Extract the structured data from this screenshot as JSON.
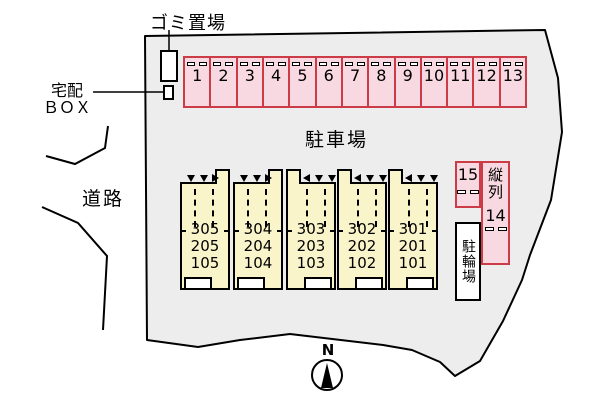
{
  "labels": {
    "garbage_area": "ゴミ置場",
    "delivery_box_line1": "宅配",
    "delivery_box_line2": "ＢＯＸ",
    "road": "道路",
    "parking_lot": "駐車場",
    "north": "N"
  },
  "parking_row": {
    "spaces": [
      "1",
      "2",
      "3",
      "4",
      "5",
      "6",
      "7",
      "8",
      "9",
      "10",
      "11",
      "12",
      "13"
    ]
  },
  "side_parking": {
    "space_15": "15",
    "tandem_label": "縦列",
    "space_14": "14",
    "bicycle_parking": "駐輪場"
  },
  "buildings": [
    {
      "rooms": [
        "305",
        "205",
        "105"
      ]
    },
    {
      "rooms": [
        "304",
        "204",
        "104"
      ]
    },
    {
      "rooms": [
        "303",
        "203",
        "103"
      ]
    },
    {
      "rooms": [
        "302",
        "202",
        "102"
      ]
    },
    {
      "rooms": [
        "301",
        "201",
        "101"
      ]
    }
  ],
  "colors": {
    "site_fill": "#EDEDED",
    "parking_fill": "#F9D9E1",
    "parking_border": "#CC3C46",
    "building_fill": "#FAF4CB",
    "outline": "#000000"
  }
}
